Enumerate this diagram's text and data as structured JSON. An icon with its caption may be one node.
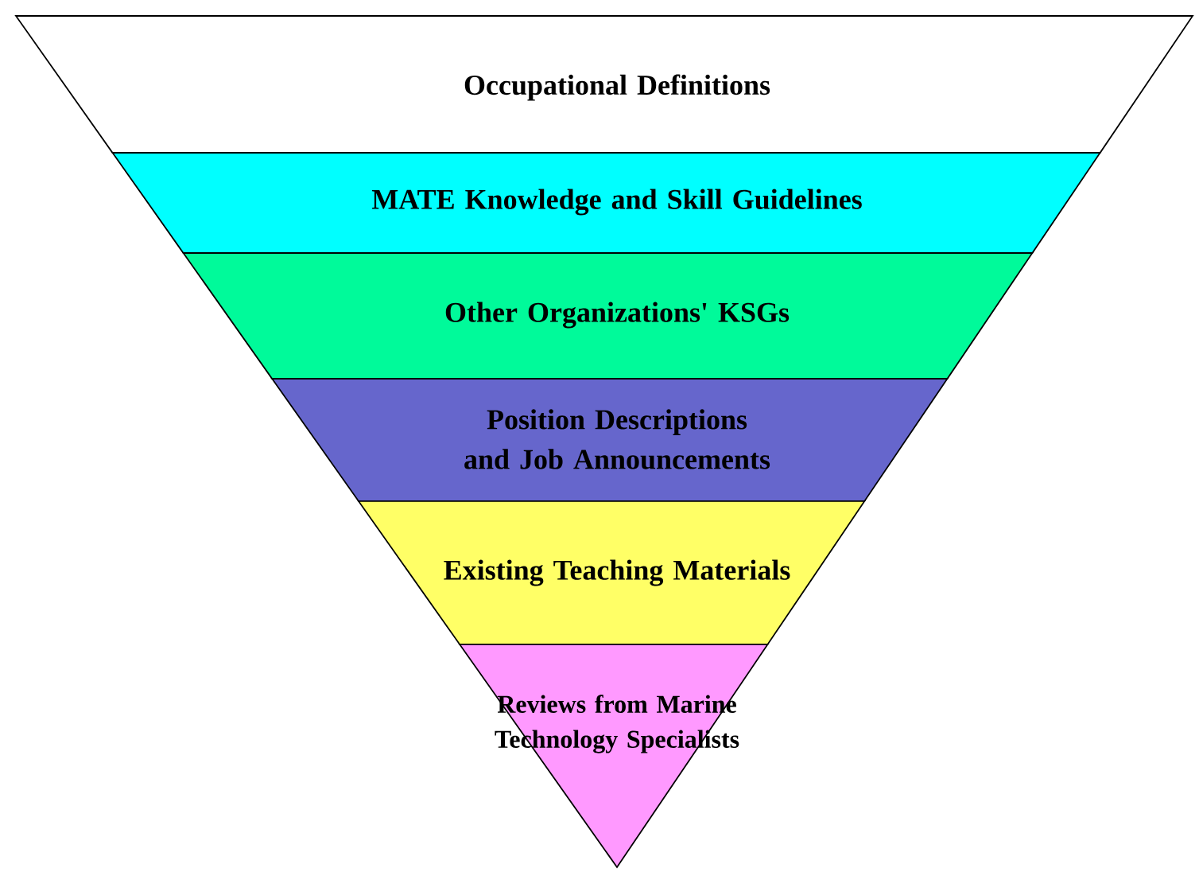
{
  "diagram": {
    "nodes": [
      {
        "text": [
          "Occupational Definitions"
        ]
      },
      {
        "text": [
          "MATE Knowledge and Skill Guidelines"
        ]
      },
      {
        "text": [
          "Other Organizations' KSGs"
        ]
      },
      {
        "text": [
          "Position Descriptions and Job Announcements"
        ]
      },
      {
        "text": [
          "Existing Teaching Materials"
        ]
      },
      {
        "text": [
          "Reviews from Marine Technology Specialists"
        ]
      }
    ]
  }
}
